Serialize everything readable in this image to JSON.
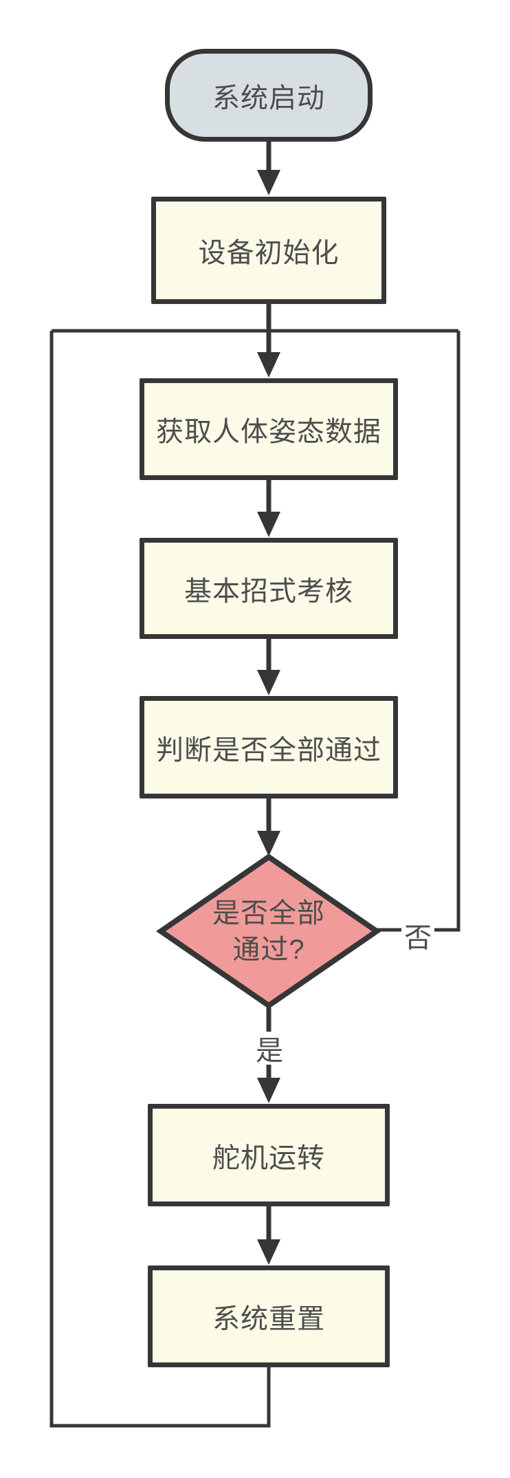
{
  "diagram": {
    "type": "flowchart",
    "colors": {
      "background": "#ffffff",
      "process_fill": "#fbfbe8",
      "terminator_fill": "#d8dfe2",
      "decision_fill": "#f09b99",
      "stroke": "#363636",
      "text": "#4d4d4d",
      "label_bg": "#ffffff"
    },
    "nodes": {
      "start": {
        "type": "terminator",
        "label": "系统启动"
      },
      "init": {
        "type": "process",
        "label": "设备初始化"
      },
      "pose": {
        "type": "process",
        "label": "获取人体姿态数据"
      },
      "assess": {
        "type": "process",
        "label": "基本招式考核"
      },
      "judge": {
        "type": "process",
        "label": "判断是否全部通过"
      },
      "decision": {
        "type": "decision",
        "label_line1": "是否全部",
        "label_line2": "通过?"
      },
      "servo": {
        "type": "process",
        "label": "舵机运转"
      },
      "reset": {
        "type": "process",
        "label": "系统重置"
      }
    },
    "edge_labels": {
      "yes": "是",
      "no": "否"
    }
  }
}
